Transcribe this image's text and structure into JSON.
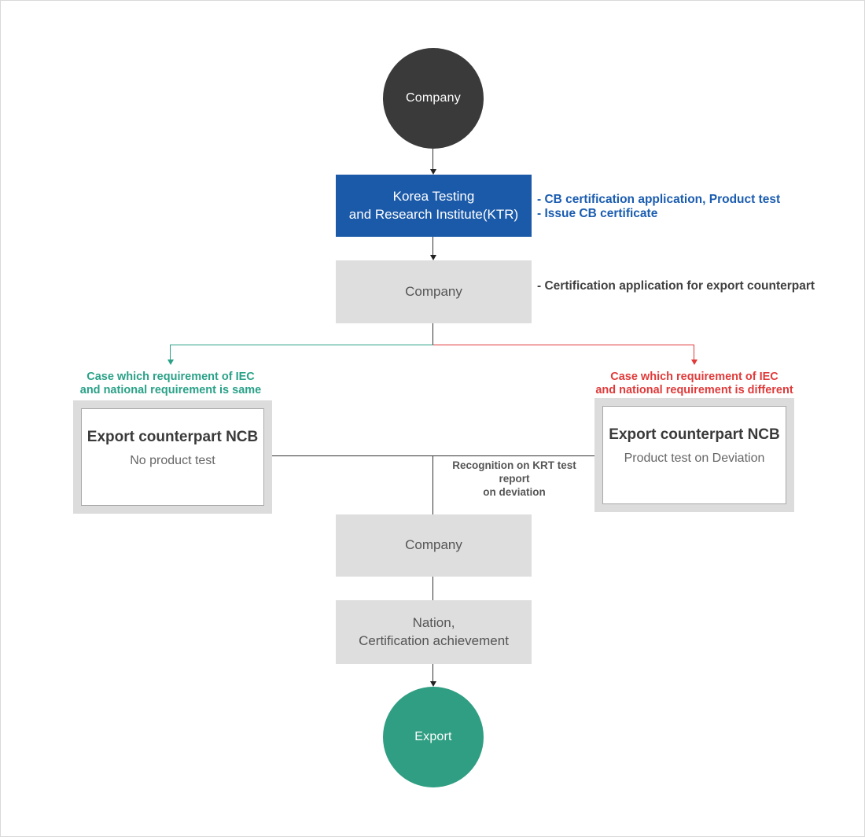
{
  "flow": {
    "start_circle": {
      "label": "Company"
    },
    "ktr_box": {
      "line1": "Korea Testing",
      "line2": "and Research Institute(KTR)",
      "note_line1": "- CB certification application, Product test",
      "note_line2": "- Issue CB certificate"
    },
    "company_box": {
      "label": "Company",
      "note": "- Certification application for export counterpart"
    },
    "left_branch": {
      "caption_line1": "Case which requirement of IEC",
      "caption_line2": "and national requirement is same",
      "box_title": "Export counterpart NCB",
      "box_subtitle": "No product test"
    },
    "right_branch": {
      "caption_line1": "Case which requirement of IEC",
      "caption_line2": "and national requirement is different",
      "box_title": "Export counterpart NCB",
      "box_subtitle": "Product test on Deviation"
    },
    "merge_note": {
      "line1": "Recognition on KRT test report",
      "line2": "on deviation"
    },
    "company_box_2": {
      "label": "Company"
    },
    "nation_box": {
      "line1": "Nation,",
      "line2": "Certification achievement"
    },
    "end_circle": {
      "label": "Export"
    }
  },
  "colors": {
    "start_circle": "#3a3a3a",
    "ktr_box": "#1b5aa9",
    "blue_note_text": "#1a5cb0",
    "gray_box": "#dedede",
    "box_text": "#555555",
    "dark_note_text": "#404040",
    "branch_same_green": "#2aa188",
    "branch_different_red": "#e03a3a",
    "end_circle_teal": "#2f9e82",
    "ncb_frame": "#dcdcdc",
    "ncb_border": "#a9a9a9",
    "connector": "#333333",
    "page_border": "#d9d9d9"
  }
}
